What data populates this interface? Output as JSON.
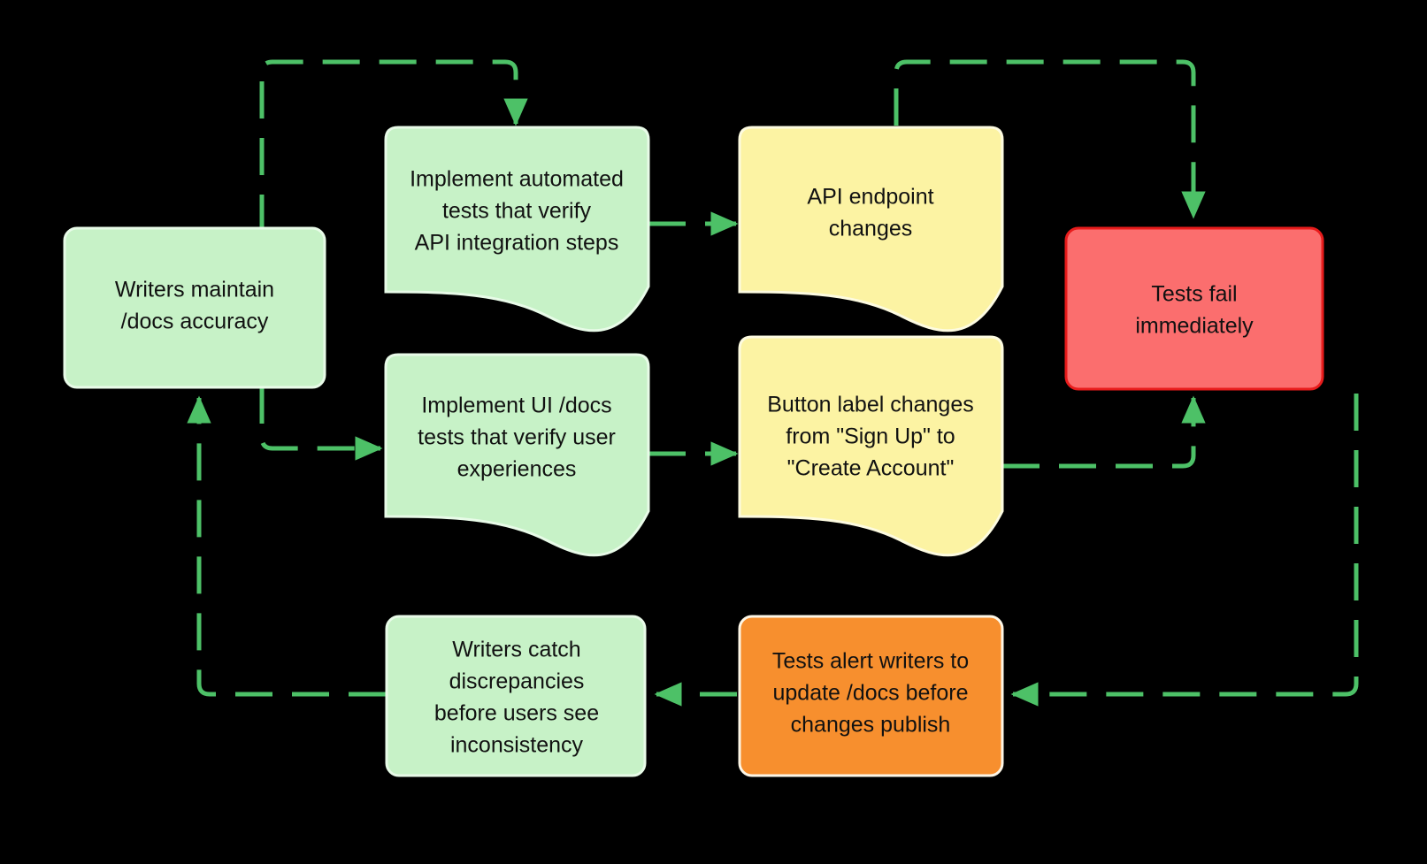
{
  "diagram": {
    "type": "flowchart",
    "background_color": "#000000",
    "orientation": "left-to-right-with-feedback-loops",
    "palette": {
      "green_fill": "#C7F2C7",
      "green_stroke": "#E8FBE8",
      "yellow_fill": "#FCF3A3",
      "yellow_stroke": "#FDFBE0",
      "red_fill": "#FB6E6E",
      "red_stroke": "#E81C1C",
      "orange_fill": "#F78F2E",
      "orange_stroke": "#FDF6E6",
      "edge_color": "#4DC167",
      "text_color": "#111111"
    },
    "nodes": [
      {
        "id": "writers-maintain",
        "shape": "rounded-rect",
        "fill": "#C7F2C7",
        "stroke": "#E8FBE8",
        "lines": [
          "Writers maintain",
          "/docs accuracy"
        ],
        "text": "Writers maintain /docs accuracy"
      },
      {
        "id": "implement-api-tests",
        "shape": "document",
        "fill": "#C7F2C7",
        "stroke": "#E8FBE8",
        "lines": [
          "Implement automated",
          "tests that verify",
          "API integration steps"
        ],
        "text": "Implement automated tests that verify API integration steps"
      },
      {
        "id": "api-endpoint-changes",
        "shape": "document",
        "fill": "#FCF3A3",
        "stroke": "#FDFBE0",
        "lines": [
          "API endpoint",
          "changes"
        ],
        "text": "API endpoint changes"
      },
      {
        "id": "tests-fail",
        "shape": "rounded-rect",
        "fill": "#FB6E6E",
        "stroke": "#E81C1C",
        "lines": [
          "Tests fail",
          "immediately"
        ],
        "text": "Tests fail immediately"
      },
      {
        "id": "implement-ui-tests",
        "shape": "document",
        "fill": "#C7F2C7",
        "stroke": "#E8FBE8",
        "lines": [
          "Implement UI /docs",
          "tests that verify user",
          "experiences"
        ],
        "text": "Implement UI /docs tests that verify user experiences"
      },
      {
        "id": "button-label-changes",
        "shape": "document",
        "fill": "#FCF3A3",
        "stroke": "#FDFBE0",
        "lines": [
          "Button label changes",
          "from \"Sign Up\" to",
          "\"Create Account\""
        ],
        "text": "Button label changes from \"Sign Up\" to \"Create Account\""
      },
      {
        "id": "writers-catch",
        "shape": "rounded-rect",
        "fill": "#C7F2C7",
        "stroke": "#E8FBE8",
        "lines": [
          "Writers catch",
          "discrepancies",
          "before users see",
          "inconsistency"
        ],
        "text": "Writers catch discrepancies before users see inconsistency"
      },
      {
        "id": "tests-alert-writers",
        "shape": "rounded-rect",
        "fill": "#F78F2E",
        "stroke": "#FDF6E6",
        "lines": [
          "Tests alert writers to",
          "update /docs before",
          "changes publish"
        ],
        "text": "Tests alert writers to update /docs before changes publish"
      }
    ],
    "edges": [
      {
        "id": "edge-writers-to-api-tests",
        "from": "writers-maintain",
        "to": "implement-api-tests",
        "style": "dashed",
        "arrow": true
      },
      {
        "id": "edge-writers-to-ui-tests",
        "from": "writers-maintain",
        "to": "implement-ui-tests",
        "style": "dashed",
        "arrow": true
      },
      {
        "id": "edge-api-tests-to-endpoint",
        "from": "implement-api-tests",
        "to": "api-endpoint-changes",
        "style": "dashed",
        "arrow": true
      },
      {
        "id": "edge-ui-tests-to-button",
        "from": "implement-ui-tests",
        "to": "button-label-changes",
        "style": "dashed",
        "arrow": true
      },
      {
        "id": "edge-endpoint-to-tests-fail",
        "from": "api-endpoint-changes",
        "to": "tests-fail",
        "style": "dashed",
        "arrow": true
      },
      {
        "id": "edge-button-to-tests-fail",
        "from": "button-label-changes",
        "to": "tests-fail",
        "style": "dashed",
        "arrow": true
      },
      {
        "id": "edge-tests-fail-to-alert",
        "from": "tests-fail",
        "to": "tests-alert-writers",
        "style": "dashed",
        "arrow": true
      },
      {
        "id": "edge-alert-to-writers-catch",
        "from": "tests-alert-writers",
        "to": "writers-catch",
        "style": "dashed",
        "arrow": true
      },
      {
        "id": "edge-writers-catch-to-maintain",
        "from": "writers-catch",
        "to": "writers-maintain",
        "style": "dashed",
        "arrow": true
      }
    ]
  }
}
